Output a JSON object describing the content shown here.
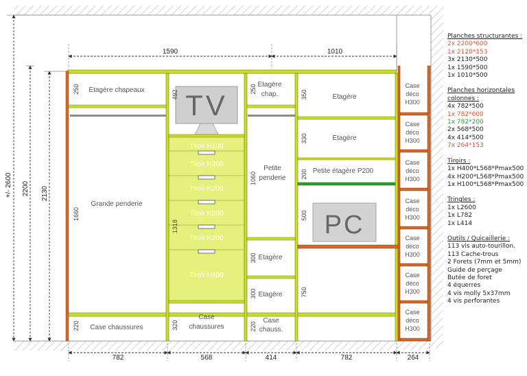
{
  "overall_dimensions": {
    "top": [
      "1590",
      "1010"
    ],
    "bottom": [
      "782",
      "568",
      "414",
      "782",
      "264"
    ],
    "left": [
      "+/- 2600",
      "2200",
      "2130"
    ]
  },
  "compartments": {
    "col1": {
      "top_label": "Etagère chapeaux",
      "top_dim": "250",
      "main_label": "Grande penderie",
      "main_dim": "1660",
      "bottom_label": "Case chaussures",
      "bottom_dim": "220"
    },
    "col2": {
      "tv_label": "TV",
      "tv_dim": "492",
      "drawers": [
        "Tiroir H100",
        "Tiroir H200",
        "Tiroir H200",
        "Tiroir H200",
        "Tiroir H200",
        "Tiroir H400"
      ],
      "drawers_dim": "1318",
      "bottom_label": "Case chaussures",
      "bottom_dim": "320"
    },
    "col3": {
      "top_label": "Etagère chap.",
      "top_dim": "250",
      "main_label": "Petite penderie",
      "main_dim": "1060",
      "shelf1_label": "Etagère",
      "shelf1_dim": "300",
      "shelf2_label": "Etagère",
      "shelf2_dim": "300",
      "bottom_label": "Case chauss.",
      "bottom_dim": "220"
    },
    "col4": {
      "shelf1_label": "Etagère",
      "shelf1_dim": "350",
      "shelf2_label": "Etagère",
      "shelf2_dim": "330",
      "shelf3_label": "Petite étagère P200",
      "shelf3_dim": "200",
      "pc_label": "PC",
      "pc_dim": "500",
      "bottom_dim": "750"
    },
    "col5": {
      "case_label": "Case déco H300",
      "cases": [
        "Case déco H300",
        "Case déco H300",
        "Case déco H300",
        "Case déco H300",
        "Case déco H300",
        "Case déco H300",
        "Case déco H300"
      ]
    }
  },
  "legend": {
    "structural": {
      "title": "Planches structurantes :",
      "items": [
        {
          "text": "2x 2200*600",
          "color": "#e8502a"
        },
        {
          "text": "1x 2120*153",
          "color": "#e8502a"
        },
        {
          "text": "3x 2130*500",
          "color": "#222222"
        },
        {
          "text": "1x 1590*500",
          "color": "#222222"
        },
        {
          "text": "1x 1010*500",
          "color": "#222222"
        }
      ]
    },
    "horizontal": {
      "title": "Planches horizontales colonnes :",
      "items": [
        {
          "text": "4x 782*500",
          "color": "#222222"
        },
        {
          "text": "1x 782*600",
          "color": "#e8502a"
        },
        {
          "text": "1x 782*200",
          "color": "#2aa02a"
        },
        {
          "text": "2x 568*500",
          "color": "#222222"
        },
        {
          "text": "4x 414*500",
          "color": "#222222"
        },
        {
          "text": "7x 264*153",
          "color": "#e8502a"
        }
      ]
    },
    "drawers": {
      "title": "Tiroirs :",
      "items": [
        "1x H400*L568*Pmax500",
        "4x H200*L568*Pmax500",
        "1x H100*L568*Pmax500"
      ]
    },
    "rods": {
      "title": "Tringles :",
      "items": [
        "1x L2600",
        "1x L782",
        "1x L414"
      ]
    },
    "tools": {
      "title": "Outils / Quicaillerie :",
      "items": [
        "113 vis auto-tourillon.",
        "113 Cache-trous",
        "2 Forets (7mm et 5mm)",
        "Guide de perçage",
        "Butée de foret",
        "4 équerres",
        "4 vis molly 5x37mm",
        "4 vis perforantes"
      ]
    }
  },
  "colors": {
    "panel_green": "#c9dd2a",
    "drawer_fill": "#e6f07c",
    "side_orange": "#d2692a",
    "rod_gray": "#8a8a8a",
    "text": "#555555"
  }
}
